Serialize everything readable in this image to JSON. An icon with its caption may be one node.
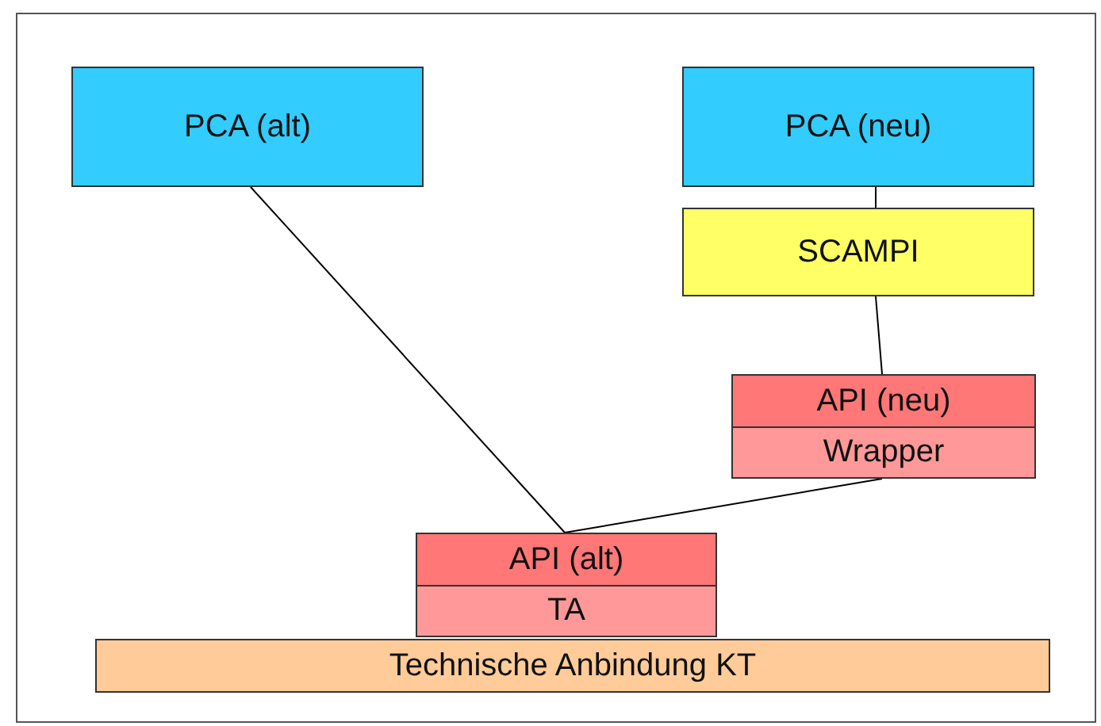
{
  "diagram": {
    "nodes": [
      {
        "text": [
          "PCA (alt)"
        ]
      },
      {
        "text": [
          "PCA (neu)"
        ]
      },
      {
        "text": [
          "SCAMPI"
        ]
      },
      {
        "text": [
          "API (neu)"
        ]
      },
      {
        "text": [
          "Wrapper"
        ]
      },
      {
        "text": [
          "API (alt)"
        ]
      },
      {
        "text": [
          "TA"
        ]
      },
      {
        "text": [
          "Technische Anbindung KT"
        ]
      }
    ],
    "edges": [
      {
        "from": 0,
        "to": 5,
        "arrow": "none"
      },
      {
        "from": 1,
        "to": 2,
        "arrow": "none"
      },
      {
        "from": 2,
        "to": 3,
        "arrow": "none"
      },
      {
        "from": 4,
        "to": 5,
        "arrow": "none"
      }
    ]
  }
}
